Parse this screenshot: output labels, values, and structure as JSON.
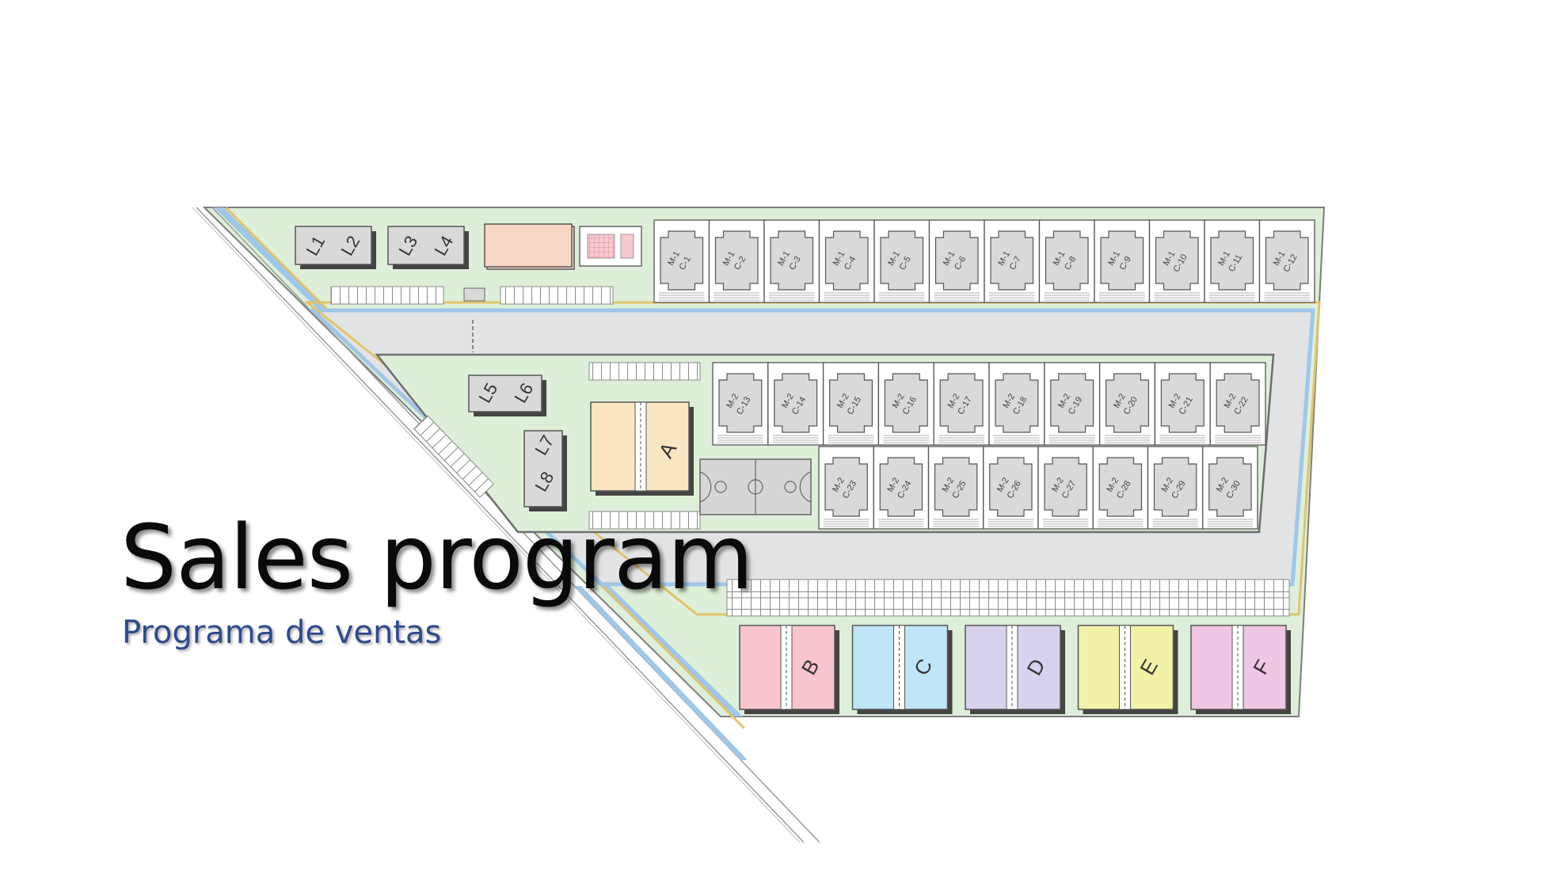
{
  "slide": {
    "title": "Sales program",
    "subtitle": "Programa de ventas"
  },
  "site_plan": {
    "lots": [
      "L1",
      "L2",
      "L3",
      "L4",
      "L5",
      "L6",
      "L7",
      "L8"
    ],
    "buildings": [
      "A",
      "B",
      "C",
      "D",
      "E",
      "F"
    ],
    "block_m1_units": [
      {
        "m": "M-1",
        "c": "C-1"
      },
      {
        "m": "M-1",
        "c": "C-2"
      },
      {
        "m": "M-1",
        "c": "C-3"
      },
      {
        "m": "M-1",
        "c": "C-4"
      },
      {
        "m": "M-1",
        "c": "C-5"
      },
      {
        "m": "M-1",
        "c": "C-6"
      },
      {
        "m": "M-1",
        "c": "C-7"
      },
      {
        "m": "M-1",
        "c": "C-8"
      },
      {
        "m": "M-1",
        "c": "C-9"
      },
      {
        "m": "M-1",
        "c": "C-10"
      },
      {
        "m": "M-1",
        "c": "C-11"
      },
      {
        "m": "M-1",
        "c": "C-12"
      }
    ],
    "block_m2_row1_units": [
      {
        "m": "M-2",
        "c": "C-13"
      },
      {
        "m": "M-2",
        "c": "C-14"
      },
      {
        "m": "M-2",
        "c": "C-15"
      },
      {
        "m": "M-2",
        "c": "C-16"
      },
      {
        "m": "M-2",
        "c": "C-17"
      },
      {
        "m": "M-2",
        "c": "C-18"
      },
      {
        "m": "M-2",
        "c": "C-19"
      },
      {
        "m": "M-2",
        "c": "C-20"
      },
      {
        "m": "M-2",
        "c": "C-21"
      },
      {
        "m": "M-2",
        "c": "C-22"
      }
    ],
    "block_m2_row2_units": [
      {
        "m": "M-2",
        "c": "C-23"
      },
      {
        "m": "M-2",
        "c": "C-24"
      },
      {
        "m": "M-2",
        "c": "C-25"
      },
      {
        "m": "M-2",
        "c": "C-26"
      },
      {
        "m": "M-2",
        "c": "C-27"
      },
      {
        "m": "M-2",
        "c": "C-28"
      },
      {
        "m": "M-2",
        "c": "C-29"
      },
      {
        "m": "M-2",
        "c": "C-30"
      }
    ],
    "colors": {
      "site_green": "#deefd9",
      "road_gray": "#e2e3e5",
      "canal_blue": "#9fc7e8",
      "path_yellow": "#f2d98c",
      "house_gray": "#d9d9d9",
      "building_A": "#fbe6c2",
      "building_B": "#f8c5cc",
      "building_C": "#bfe5f6",
      "building_D": "#d8d2ee",
      "building_E": "#f1f2a8",
      "building_F": "#efc6e3",
      "amenity_salmon": "#f9d7c7"
    }
  }
}
